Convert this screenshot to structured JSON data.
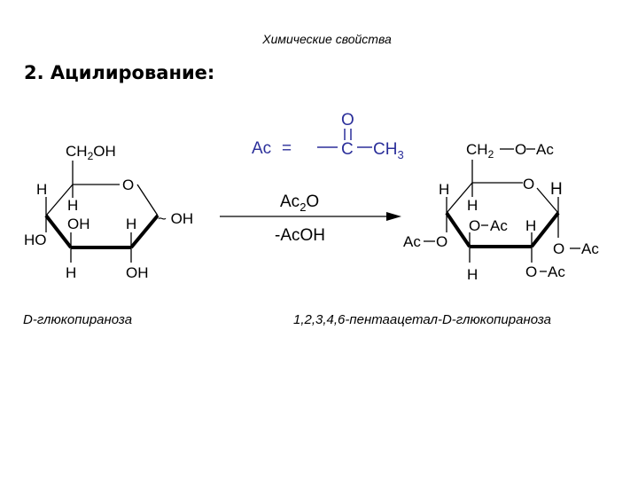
{
  "header": {
    "subtitle": "Химические свойства",
    "heading": "2. Ацилирование:"
  },
  "colors": {
    "definition_text": "#2b2f9a",
    "structure": "#000000"
  },
  "acetyl_definition": {
    "ac": "Ac",
    "equals": "=",
    "oxygen": "O",
    "carbon": "C",
    "ch3_main": "CH",
    "ch3_sub": "3"
  },
  "reagent": {
    "above_main": "Ac",
    "above_sub": "2",
    "above_tail": "O",
    "below": "-AcOH"
  },
  "glucose": {
    "c6_main": "CH",
    "c6_sub": "2",
    "c6_tail": "OH",
    "ring_o": "O",
    "anomeric_oh": "~ OH",
    "c4_h": "H",
    "c4_ho": "HO",
    "c3_h_upper": "H",
    "c3_oh": "OH",
    "c2_h": "H",
    "c3_h_lower": "H",
    "c2_oh": "OH",
    "caption": "D-глюкопираноза"
  },
  "pentaacetate": {
    "c6_main": "CH",
    "c6_sub": "2",
    "c6_o": "O",
    "c6_ac": "Ac",
    "ring_o": "O",
    "c1_h": "H",
    "c4_h": "H",
    "c4_o": "O",
    "c4_ac": "Ac",
    "c3_h_upper": "H",
    "c3_o": "O",
    "c3_ac": "Ac",
    "c2_h": "H",
    "c1_o": "O",
    "c1_ac": "Ac",
    "c3_h_lower": "H",
    "c2_o": "O",
    "c2_ac": "Ac",
    "caption": "1,2,3,4,6-пентаацетал-D-глюкопираноза"
  }
}
